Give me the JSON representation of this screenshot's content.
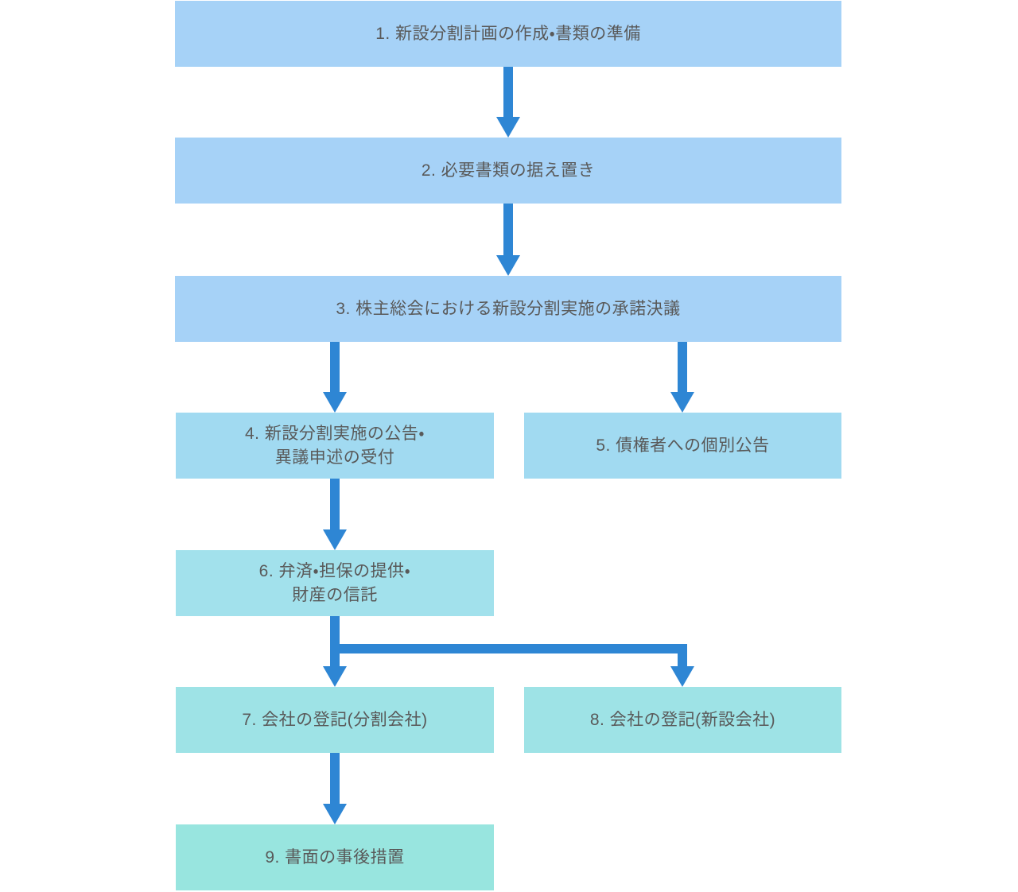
{
  "diagram": {
    "background": "#ffffff",
    "text_color": "#595959",
    "arrow_color": "#2e86d4",
    "boxes": [
      {
        "step": 1,
        "label": "1. 新設分割計画の作成・書類の準備",
        "color": "#a6d2f7"
      },
      {
        "step": 2,
        "label": "2. 必要書類の据え置き",
        "color": "#a6d2f7"
      },
      {
        "step": 3,
        "label": "3. 株主総会における新設分割実施の承諾決議",
        "color": "#a6d2f7"
      },
      {
        "step": 4,
        "label": "4. 新設分割実施の公告・\n異議申述の受付",
        "color": "#a1daf1"
      },
      {
        "step": 5,
        "label": "5. 債権者への個別公告",
        "color": "#a1daf1"
      },
      {
        "step": 6,
        "label": "6. 弁済・担保の提供・\n財産の信託",
        "color": "#a2e1ec"
      },
      {
        "step": 7,
        "label": "7. 会社の登記(分割会社)",
        "color": "#9ee3e6"
      },
      {
        "step": 8,
        "label": "8. 会社の登記(新設会社)",
        "color": "#9ee3e6"
      },
      {
        "step": 9,
        "label": "9. 書面の事後措置",
        "color": "#98e5df"
      }
    ],
    "connections": [
      "1→2",
      "2→3",
      "3→4",
      "3→5",
      "4→6",
      "6→7",
      "6→8",
      "7→9"
    ]
  }
}
